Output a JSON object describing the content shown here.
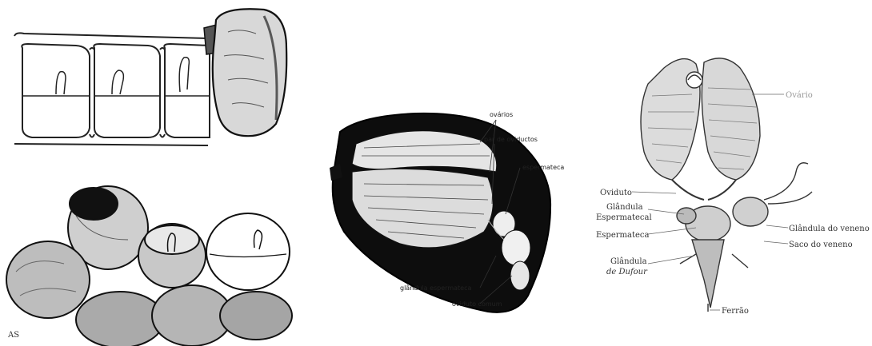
{
  "panel_b": {
    "labels": {
      "ovarios": "ovários",
      "par_oviductos": "par de oviductos",
      "espermateca": "espermateca",
      "glandula_espermateca": "glândula espermateca",
      "oviducto_comum": "oviduto comum"
    }
  },
  "panel_c": {
    "labels": {
      "ovario": "Ovário",
      "oviduto": "Oviduto",
      "glandula_espermatecal_1": "Glândula",
      "glandula_espermatecal_2": "Espermatecal",
      "espermateca": "Espermateca",
      "glandula_dufour_1": "Glândula",
      "glandula_dufour_2": "de Dufour",
      "glandula_veneno": "Glândula do veneno",
      "saco_veneno": "Saco do veneno",
      "ferrao": "Ferrão"
    }
  },
  "panel_a": {
    "signature": "AS"
  }
}
